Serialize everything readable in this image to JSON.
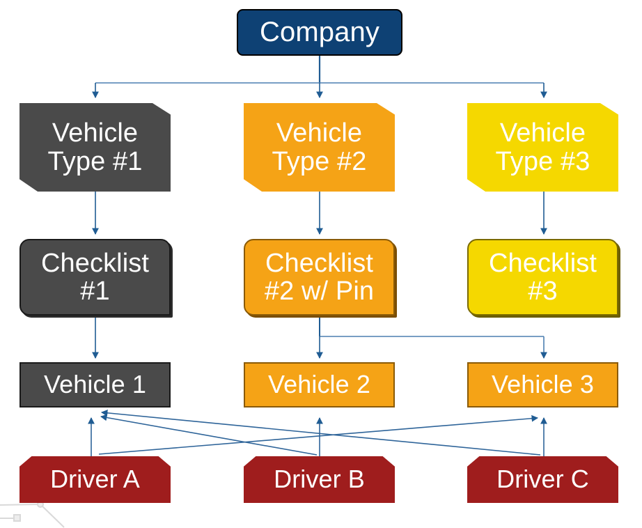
{
  "diagram": {
    "title": "Company vehicle / checklist / driver hierarchy",
    "background": "#ffffff",
    "connector_color": "#2E6499",
    "nodes": {
      "company": {
        "label": "Company",
        "fill": "#0E4174",
        "stroke": "#000000",
        "text_color": "#ffffff",
        "shape": "rounded-rect"
      },
      "vtype1": {
        "label": "Vehicle\nType #1",
        "line1": "Vehicle",
        "line2": "Type #1",
        "fill": "#4A4A4A",
        "stroke": "#1A1A1A",
        "text_color": "#ffffff",
        "shape": "chamfer-tr-bl"
      },
      "vtype2": {
        "line1": "Vehicle",
        "line2": "Type #2",
        "fill": "#F5A316",
        "stroke": "#8A5A06",
        "text_color": "#ffffff",
        "shape": "chamfer-tr-bl"
      },
      "vtype3": {
        "line1": "Vehicle",
        "line2": "Type #3",
        "fill": "#F5D800",
        "stroke": "#7A6A00",
        "text_color": "#ffffff",
        "shape": "chamfer-tr-bl"
      },
      "checklist1": {
        "line1": "Checklist",
        "line2": "#1",
        "fill": "#4A4A4A",
        "stroke": "#1A1A1A",
        "text_color": "#ffffff",
        "shape": "rounded-rect"
      },
      "checklist2": {
        "line1": "Checklist",
        "line2": "#2 w/ Pin",
        "fill": "#F5A316",
        "stroke": "#8A5A06",
        "text_color": "#ffffff",
        "shape": "rounded-rect"
      },
      "checklist3": {
        "line1": "Checklist",
        "line2": "#3",
        "fill": "#F5D800",
        "stroke": "#7A6A00",
        "text_color": "#ffffff",
        "shape": "rounded-rect"
      },
      "vehicle1": {
        "label": "Vehicle 1",
        "fill": "#4A4A4A",
        "stroke": "#1A1A1A",
        "text_color": "#ffffff",
        "shape": "rect"
      },
      "vehicle2": {
        "label": "Vehicle 2",
        "fill": "#F5A316",
        "stroke": "#8A5A06",
        "text_color": "#ffffff",
        "shape": "rect"
      },
      "vehicle3": {
        "label": "Vehicle 3",
        "fill": "#F5A316",
        "stroke": "#8A5A06",
        "text_color": "#ffffff",
        "shape": "rect"
      },
      "driverA": {
        "label": "Driver A",
        "fill": "#9F1D1D",
        "stroke": "#1A1A1A",
        "text_color": "#ffffff",
        "shape": "chamfer-top"
      },
      "driverB": {
        "label": "Driver B",
        "fill": "#9F1D1D",
        "stroke": "#1A1A1A",
        "text_color": "#ffffff",
        "shape": "chamfer-top"
      },
      "driverC": {
        "label": "Driver C",
        "fill": "#9F1D1D",
        "stroke": "#1A1A1A",
        "text_color": "#ffffff",
        "shape": "chamfer-top"
      }
    },
    "edges": [
      {
        "from": "company",
        "to": "vtype1"
      },
      {
        "from": "company",
        "to": "vtype2"
      },
      {
        "from": "company",
        "to": "vtype3"
      },
      {
        "from": "vtype1",
        "to": "checklist1"
      },
      {
        "from": "vtype2",
        "to": "checklist2"
      },
      {
        "from": "vtype3",
        "to": "checklist3"
      },
      {
        "from": "checklist1",
        "to": "vehicle1"
      },
      {
        "from": "checklist2",
        "to": "vehicle2"
      },
      {
        "from": "checklist2",
        "to": "vehicle3"
      },
      {
        "from": "driverA",
        "to": "vehicle1"
      },
      {
        "from": "driverA",
        "to": "vehicle3"
      },
      {
        "from": "driverB",
        "to": "vehicle1"
      },
      {
        "from": "driverB",
        "to": "vehicle2"
      },
      {
        "from": "driverC",
        "to": "vehicle1"
      },
      {
        "from": "driverC",
        "to": "vehicle3"
      }
    ]
  }
}
